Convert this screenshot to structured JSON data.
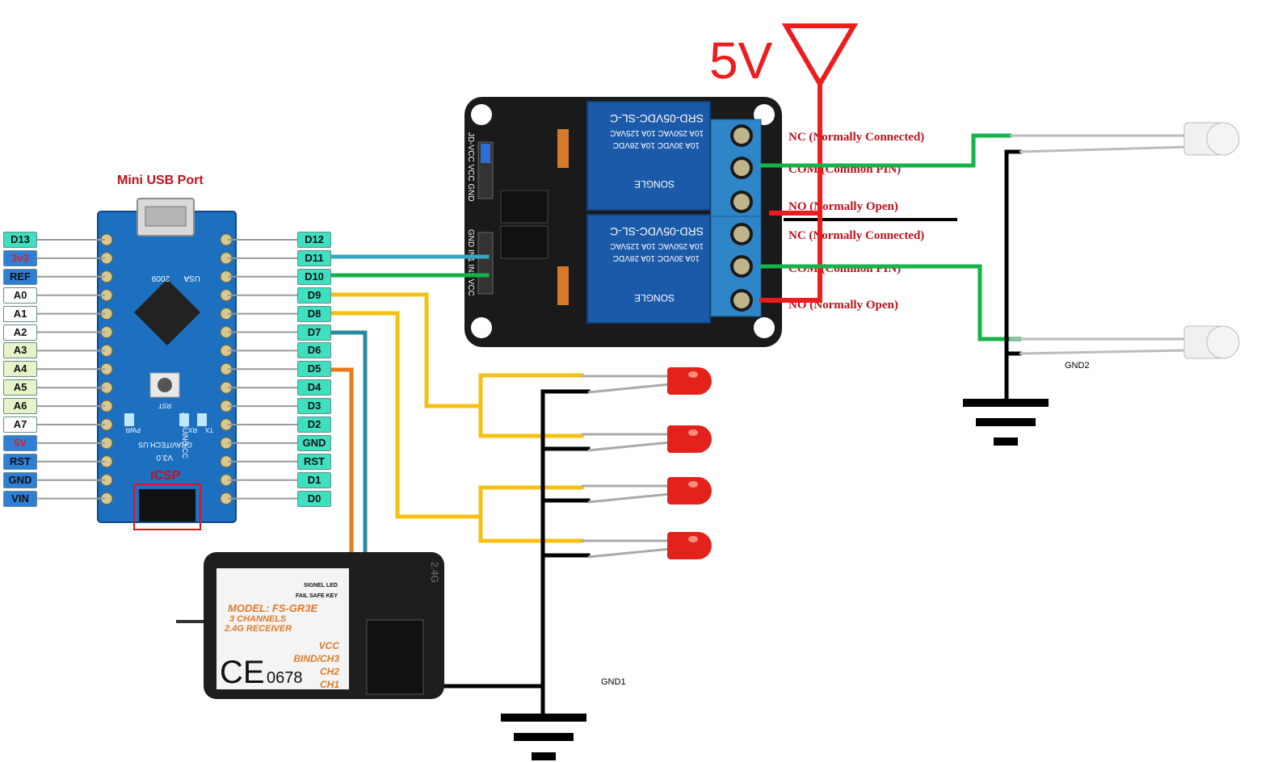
{
  "arduino": {
    "usb_label": "Mini USB Port",
    "icsp_label": "ICSP",
    "board_text": {
      "model": "2009",
      "usa": "USA",
      "version": "V3.0",
      "brand": "GRAVITECH.US",
      "name": "ARDUINO.CC",
      "rst": "RST",
      "pwr": "PWR",
      "rx": "RX",
      "tx": "TX"
    },
    "left_pins": [
      {
        "label": "D13",
        "color": "#3fe0c0",
        "text_color": "#111111"
      },
      {
        "label": "3v3",
        "color": "#2f7fd6",
        "text_color": "#d8212a"
      },
      {
        "label": "REF",
        "color": "#2f7fd6",
        "text_color": "#111111"
      },
      {
        "label": "A0",
        "color": "#ffffff",
        "text_color": "#111111"
      },
      {
        "label": "A1",
        "color": "#ffffff",
        "text_color": "#111111"
      },
      {
        "label": "A2",
        "color": "#ffffff",
        "text_color": "#111111"
      },
      {
        "label": "A3",
        "color": "#e6f2c8",
        "text_color": "#111111"
      },
      {
        "label": "A4",
        "color": "#e6f2c8",
        "text_color": "#111111"
      },
      {
        "label": "A5",
        "color": "#e6f2c8",
        "text_color": "#111111"
      },
      {
        "label": "A6",
        "color": "#e6f2c8",
        "text_color": "#111111"
      },
      {
        "label": "A7",
        "color": "#ffffff",
        "text_color": "#111111"
      },
      {
        "label": "5V",
        "color": "#2f7fd6",
        "text_color": "#d8212a"
      },
      {
        "label": "RST",
        "color": "#2f7fd6",
        "text_color": "#111111"
      },
      {
        "label": "GND",
        "color": "#2f7fd6",
        "text_color": "#111111"
      },
      {
        "label": "VIN",
        "color": "#2f7fd6",
        "text_color": "#111111"
      }
    ],
    "right_pins": [
      {
        "label": "D12",
        "color": "#3fe0c0"
      },
      {
        "label": "D11",
        "color": "#3fe0c0"
      },
      {
        "label": "D10",
        "color": "#3fe0c0"
      },
      {
        "label": "D9",
        "color": "#3fe0c0"
      },
      {
        "label": "D8",
        "color": "#3fe0c0"
      },
      {
        "label": "D7",
        "color": "#3fe0c0"
      },
      {
        "label": "D6",
        "color": "#3fe0c0"
      },
      {
        "label": "D5",
        "color": "#3fe0c0"
      },
      {
        "label": "D4",
        "color": "#3fe0c0"
      },
      {
        "label": "D3",
        "color": "#3fe0c0"
      },
      {
        "label": "D2",
        "color": "#3fe0c0"
      },
      {
        "label": "GND",
        "color": "#3fe0c0"
      },
      {
        "label": "RST",
        "color": "#3fe0c0"
      },
      {
        "label": "D1",
        "color": "#3fe0c0"
      },
      {
        "label": "D0",
        "color": "#3fe0c0"
      }
    ]
  },
  "relay": {
    "relay_text": "SRD-05VDC-SL-C",
    "rating1": "10A 250VAC  10A 125VAC",
    "rating2": "10A 30VDC  10A 28VDC",
    "brand": "SONGLE",
    "header_left": "JD-VCC VCC GND",
    "header_right": "GND IN1 IN2 VCC",
    "terminals": [
      "NC (Normally Connected)",
      "COM (Common PIN)",
      "NO (Normally Open)",
      "NC (Normally Connected)",
      "COM (Common PIN)",
      "NO (Normally Open)"
    ]
  },
  "power": {
    "label": "5V"
  },
  "receiver": {
    "model": "MODEL: FS-GR3E",
    "channels": "3 CHANNELS",
    "freq": "2.4G RECEIVER",
    "signal_led": "SIGNEL LED",
    "fail_safe": "FAIL SAFE KEY",
    "ce": "CE",
    "cert": "0678",
    "pins": [
      "VCC",
      "BIND/CH3",
      "CH2",
      "CH1"
    ],
    "side": "2.4G"
  },
  "grounds": {
    "gnd1": "GND1",
    "gnd2": "GND2"
  },
  "colors": {
    "teal_wire": "#3aa6c2",
    "green_wire": "#16b24a",
    "yellow_wire": "#f5c012",
    "blue_wire": "#2a8aa0",
    "orange_wire": "#e87a1a",
    "red_wire": "#ee1c1c",
    "black_wire": "#000000",
    "board_blue": "#1d6fbf",
    "relay_board": "#1a1a1a",
    "relay_blue": "#1b5aa8",
    "terminal_blue": "#2e86c9"
  }
}
